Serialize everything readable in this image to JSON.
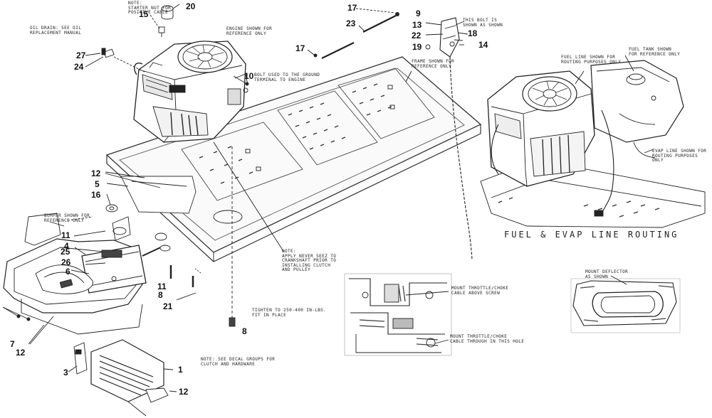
{
  "callouts": {
    "c20": "20",
    "c15": "15",
    "c17a": "17",
    "c17b": "17",
    "c23": "23",
    "c9": "9",
    "c13": "13",
    "c22": "22",
    "c18": "18",
    "c19": "19",
    "c14": "14",
    "c27": "27",
    "c24": "24",
    "c10": "10",
    "c12a": "12",
    "c5": "5",
    "c16": "16",
    "c11a": "11",
    "c4": "4",
    "c25": "25",
    "c26": "26",
    "c6": "6",
    "c11b": "11",
    "c8a": "8",
    "c21": "21",
    "c7": "7",
    "c12b": "12",
    "c8b": "8",
    "c3": "3",
    "c1": "1",
    "c12c": "12"
  },
  "notes": {
    "starter_nut": "NOTE:\nSTARTER NUT FOR\nPOSITIVE CABLE",
    "engine_ref": "ENGINE SHOWN FOR\nREFERENCE ONLY",
    "oil_drain": "OIL DRAIN: SEE OIL\nREPLACEMENT MANUAL",
    "bolt_ground": "BOLT USED TO THE GROUND\nTERMINAL TO ENGINE",
    "cable_bracket": "THIS BOLT IS\nSHOWN AS SHOWN",
    "frame_ref": "FRAME SHOWN FOR\nREFERENCE ONLY",
    "fuel_line_ref": "FUEL LINE SHOWN FOR\nROUTING PURPOSES ONLY",
    "fuel_tank_ref": "FUEL TANK SHOWN\nFOR REFERENCE ONLY",
    "evap_line_ref": "EVAP LINE SHOWN FOR\nROUTING PURPOSES ONLY",
    "bumper_ref": "BUMPER SHOWN FOR\nREFERENCE ONLY",
    "crankshaft": "NOTE:\nAPPLY NEVER SEEZ TO\nCRANKSHAFT PRIOR TO\nINSTALLING CLUTCH\nAND PULLEY",
    "torque": "TIGHTEN TO 250-400 IN-LBS.\nFIT IN PLACE",
    "see_groups": "NOTE: SEE DECAL GROUPS FOR\nCLUTCH AND HARDWARE",
    "throttle_screw": "MOUNT THROTTLE/CHOKE\nCABLE ABOVE SCREW",
    "throttle_hole": "MOUNT THROTTLE/CHOKE\nCABLE THROUGH IN THIS HOLE",
    "deflector": "MOUNT DEFLECTOR\nAS SHOWN"
  },
  "routing_title": "FUEL & EVAP LINE ROUTING"
}
